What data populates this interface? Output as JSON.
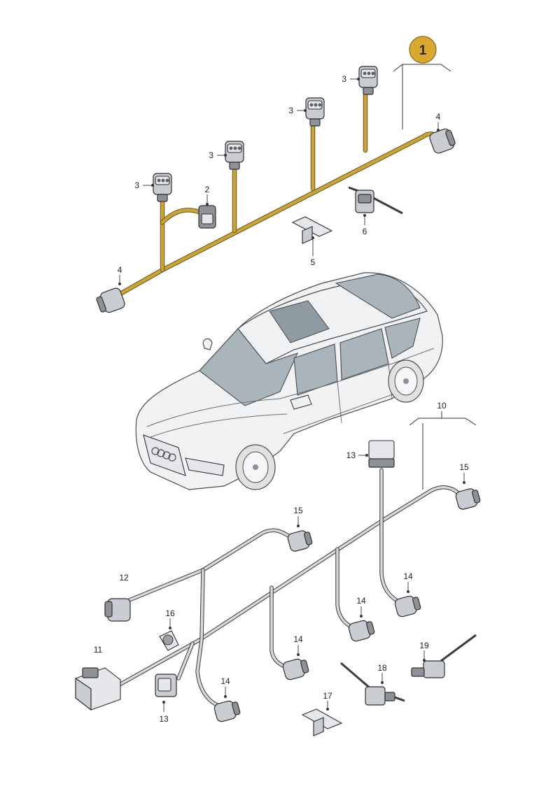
{
  "badge": {
    "text": "1",
    "color": "#d9a830"
  },
  "colors": {
    "harness_main": "#c9a33b",
    "harness_secondary": "#d6d8db"
  },
  "callouts": [
    {
      "id": "c-3a",
      "text": "3"
    },
    {
      "id": "c-3b",
      "text": "3"
    },
    {
      "id": "c-3c",
      "text": "3"
    },
    {
      "id": "c-3d",
      "text": "3"
    },
    {
      "id": "c-4a",
      "text": "4"
    },
    {
      "id": "c-4b",
      "text": "4"
    },
    {
      "id": "c-2",
      "text": "2"
    },
    {
      "id": "c-5",
      "text": "5"
    },
    {
      "id": "c-6",
      "text": "6"
    },
    {
      "id": "c-10",
      "text": "10"
    },
    {
      "id": "c-13a",
      "text": "13"
    },
    {
      "id": "c-15a",
      "text": "15"
    },
    {
      "id": "c-15b",
      "text": "15"
    },
    {
      "id": "c-12",
      "text": "12"
    },
    {
      "id": "c-14a",
      "text": "14"
    },
    {
      "id": "c-14b",
      "text": "14"
    },
    {
      "id": "c-14c",
      "text": "14"
    },
    {
      "id": "c-14d",
      "text": "14"
    },
    {
      "id": "c-16",
      "text": "16"
    },
    {
      "id": "c-11",
      "text": "11"
    },
    {
      "id": "c-13b",
      "text": "13"
    },
    {
      "id": "c-17",
      "text": "17"
    },
    {
      "id": "c-18",
      "text": "18"
    },
    {
      "id": "c-19",
      "text": "19"
    }
  ]
}
